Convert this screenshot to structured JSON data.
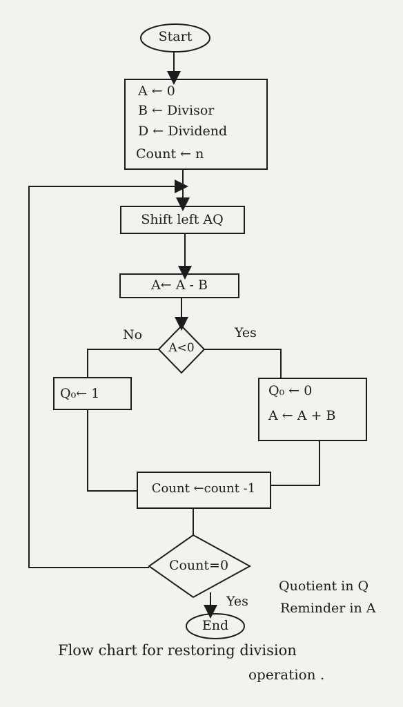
{
  "nodes": {
    "start": "Start",
    "init": [
      "A ← 0",
      "B ← Divisor",
      "D ← Dividend",
      "Count ← n"
    ],
    "shift": "Shift left AQ",
    "subtract": "A← A - B",
    "decision": "A<0",
    "no_box": "Q₀← 1",
    "yes_box": [
      "Q₀ ← 0",
      "A ← A + B"
    ],
    "decrement": "Count ←count -1",
    "check": "Count=0",
    "end": "End"
  },
  "edge_labels": {
    "no": "No",
    "yes": "Yes",
    "count_yes": "Yes"
  },
  "notes": [
    "Quotient in Q",
    "Reminder in A"
  ],
  "caption": [
    "Flow chart for restoring division",
    "operation ."
  ]
}
